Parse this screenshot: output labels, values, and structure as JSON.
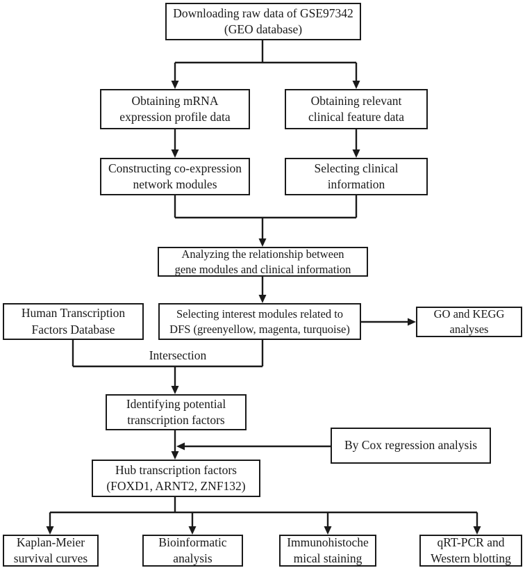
{
  "diagram": {
    "title": "Study workflow flowchart",
    "line_color": "#1a1a1a",
    "background": "#ffffff",
    "nodes": [
      {
        "id": "download",
        "lines": [
          "Downloading raw data of GSE97342",
          "(GEO database)"
        ]
      },
      {
        "id": "mrna",
        "lines": [
          "Obtaining mRNA",
          "expression profile data"
        ]
      },
      {
        "id": "clinical",
        "lines": [
          "Obtaining relevant",
          "clinical feature data"
        ]
      },
      {
        "id": "coexpression",
        "lines": [
          "Constructing co-expression",
          "network modules"
        ]
      },
      {
        "id": "selectclinical",
        "lines": [
          "Selecting clinical",
          "information"
        ]
      },
      {
        "id": "analyzing",
        "lines": [
          "Analyzing the relationship between",
          "gene modules and clinical information"
        ]
      },
      {
        "id": "htfdb",
        "lines": [
          "Human Transcription",
          "Factors Database"
        ]
      },
      {
        "id": "modules",
        "lines": [
          "Selecting interest modules related to",
          "DFS (greenyellow, magenta, turquoise)"
        ]
      },
      {
        "id": "gokegg",
        "lines": [
          "GO and KEGG analyses"
        ]
      },
      {
        "id": "identifying",
        "lines": [
          "Identifying potential",
          "transcription factors"
        ]
      },
      {
        "id": "cox",
        "lines": [
          "By Cox regression analysis"
        ]
      },
      {
        "id": "hub",
        "lines": [
          "Hub transcription factors",
          "(FOXD1, ARNT2, ZNF132)"
        ]
      },
      {
        "id": "kaplan",
        "lines": [
          "Kaplan-Meier",
          "survival curves"
        ]
      },
      {
        "id": "bioinformatic",
        "lines": [
          "Bioinformatic",
          "analysis"
        ]
      },
      {
        "id": "ihc",
        "lines": [
          "Immunohistoche",
          "mical staining"
        ]
      },
      {
        "id": "qrtpcr",
        "lines": [
          "qRT-PCR and",
          "Western blotting"
        ]
      }
    ],
    "edge_labels": [
      {
        "id": "intersection",
        "text": "Intersection"
      }
    ]
  }
}
